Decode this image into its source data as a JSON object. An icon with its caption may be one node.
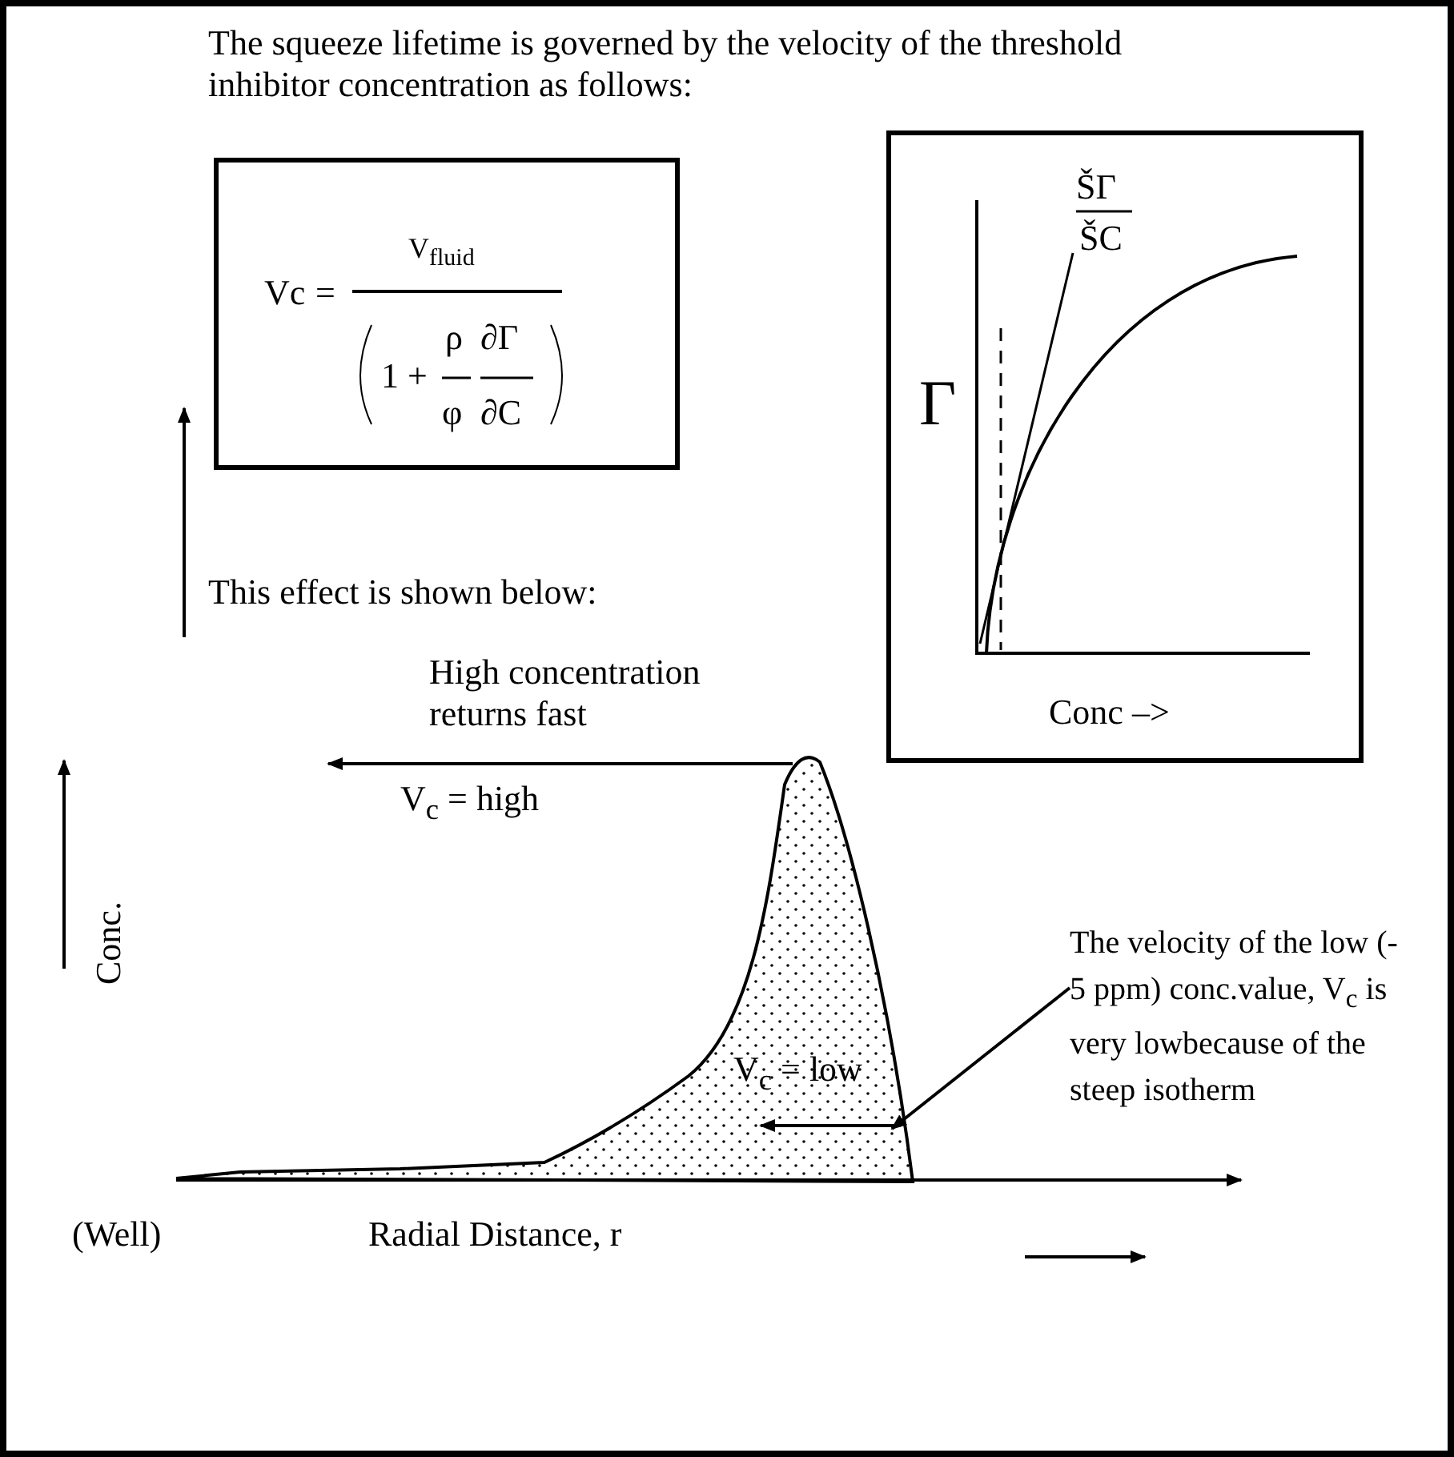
{
  "diagram": {
    "nodes": [
      {
        "text": [
          "The velocity of the low (- 5 ppm) conc.value, V$_{c}$ is very lowbecause of the steep isotherm"
        ]
      },
      {
        "text": [],
        "shape": "picture"
      }
    ],
    "edges": [
      {
        "from": 0,
        "to": 1,
        "arrow": "to"
      }
    ],
    "labels": [
      "The squeeze lifetime is governed by the velocity of the threshold inhibitor concentration as follows:",
      "Vc",
      "=",
      "V$_{fluid}$",
      "1 +",
      "ρ",
      "∂Γ",
      "φ",
      "∂C",
      "ŠΓ",
      "ŠC",
      "Γ",
      "Conc –>",
      "This effect is shown below:",
      "High concentration returns fast",
      "V$_{c}$ = high",
      "V$_{c}$ = low",
      "Conc.",
      "(Well)",
      "Radial Distance, r"
    ]
  }
}
